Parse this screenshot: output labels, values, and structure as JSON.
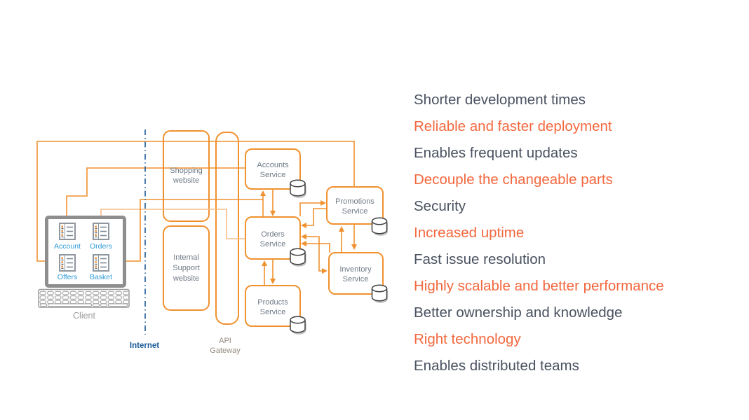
{
  "benefits": {
    "items": [
      {
        "label": "Shorter development times",
        "accent": false
      },
      {
        "label": "Reliable and faster deployment",
        "accent": true
      },
      {
        "label": "Enables frequent updates",
        "accent": false
      },
      {
        "label": "Decouple the changeable parts",
        "accent": true
      },
      {
        "label": "Security",
        "accent": false
      },
      {
        "label": "Increased uptime",
        "accent": true
      },
      {
        "label": "Fast issue resolution",
        "accent": false
      },
      {
        "label": "Highly scalable and better performance",
        "accent": true
      },
      {
        "label": "Better ownership and knowledge",
        "accent": false
      },
      {
        "label": "Right technology",
        "accent": true
      },
      {
        "label": "Enables distributed teams",
        "accent": false
      }
    ]
  },
  "diagram": {
    "client": {
      "label": "Client",
      "features": [
        {
          "label": "Account"
        },
        {
          "label": "Orders"
        },
        {
          "label": "Offers"
        },
        {
          "label": "Basket"
        }
      ]
    },
    "internet": {
      "label": "Internet"
    },
    "websites": {
      "shopping": {
        "lines": [
          "Shopping",
          "website"
        ]
      },
      "internal": {
        "lines": [
          "Internal",
          "Support",
          "website"
        ]
      }
    },
    "gateway": {
      "lines": [
        "API",
        "Gateway"
      ]
    },
    "services": {
      "accounts": {
        "lines": [
          "Accounts",
          "Service"
        ]
      },
      "orders": {
        "lines": [
          "Orders",
          "Service"
        ]
      },
      "products": {
        "lines": [
          "Products",
          "Service"
        ]
      },
      "promotions": {
        "lines": [
          "Promotions",
          "Service"
        ]
      },
      "inventory": {
        "lines": [
          "Inventory",
          "Service"
        ]
      }
    }
  },
  "colors": {
    "diagram_orange": "#f0912f",
    "diagram_orange_light": "#f6bd85",
    "benefit_text_dark": "#4a5260",
    "benefit_text_orange": "#f3683e",
    "internet_blue": "#1c5a96",
    "icon_label_blue": "#2f9bd7",
    "box_label_gray": "#6f7a87",
    "frame_gray": "#8e8e8e",
    "cylinder_stroke": "#404040"
  }
}
